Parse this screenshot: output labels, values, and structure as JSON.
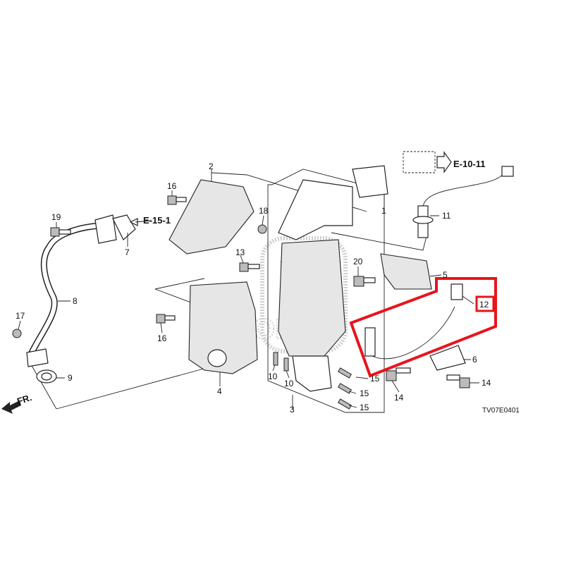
{
  "diagram": {
    "code": "TV07E0401",
    "front_arrow_label": "FR.",
    "references": {
      "e15": "E-15-1",
      "e10": "E-10-11"
    },
    "watermark": "HONDA",
    "highlight_color": "#e8141c",
    "callouts": {
      "p1": "1",
      "p2": "2",
      "p3": "3",
      "p4": "4",
      "p5": "5",
      "p6": "6",
      "p7": "7",
      "p8": "8",
      "p9": "9",
      "p10": "10",
      "p11": "11",
      "p12": "12",
      "p13": "13",
      "p14": "14",
      "p15": "15",
      "p16": "16",
      "p17": "17",
      "p18": "18",
      "p19": "19",
      "p20": "20"
    }
  }
}
